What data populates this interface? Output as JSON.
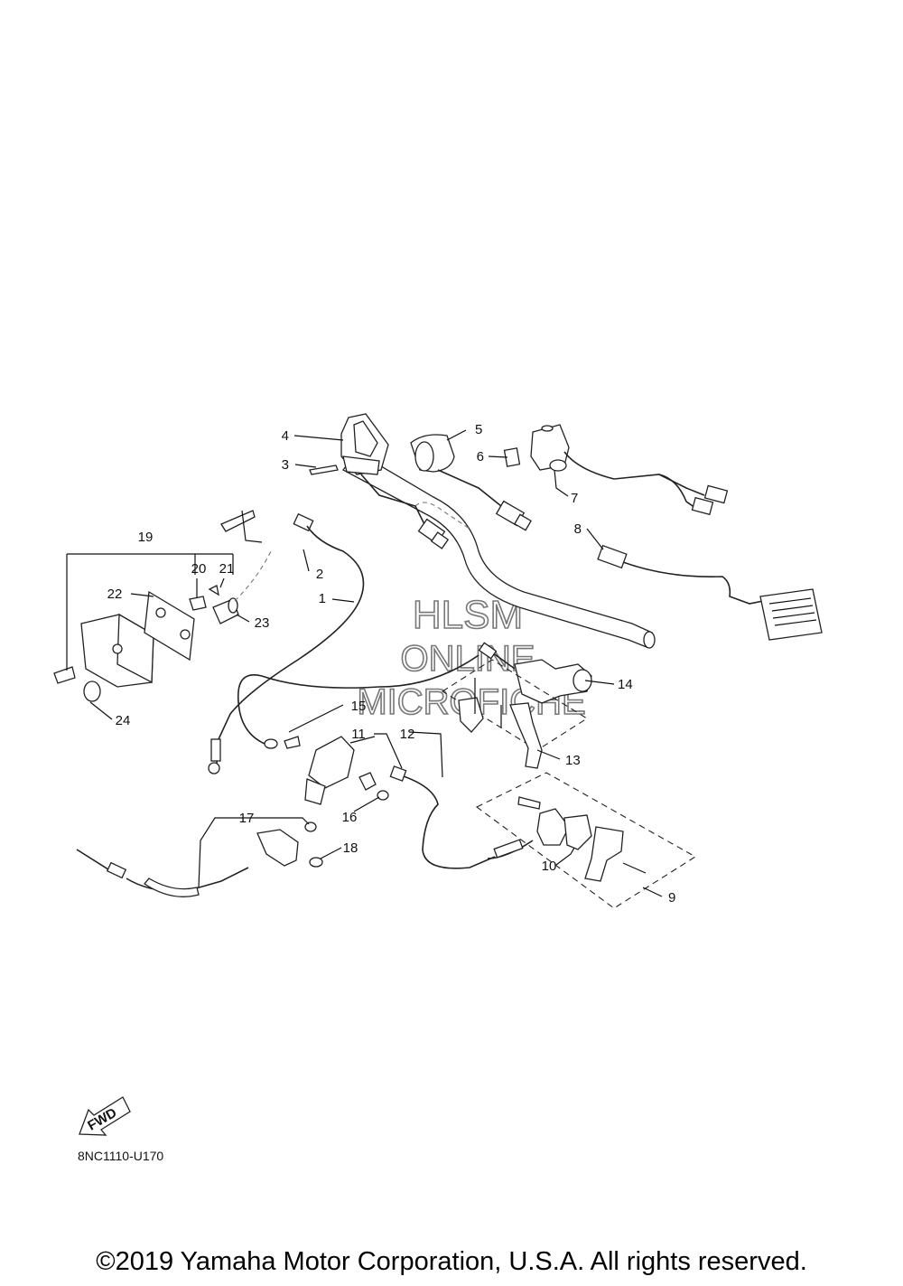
{
  "watermark": [
    "HLSM",
    "ONLINE",
    "MICROFICHE"
  ],
  "callouts": [
    "1",
    "2",
    "3",
    "4",
    "5",
    "6",
    "7",
    "8",
    "9",
    "10",
    "11",
    "12",
    "13",
    "14",
    "15",
    "16",
    "17",
    "18",
    "19",
    "20",
    "21",
    "22",
    "23",
    "24"
  ],
  "fwd_badge": "FWD",
  "diagram_code": "8NC1110-U170",
  "copyright": "©2019 Yamaha Motor Corporation, U.S.A. All rights reserved."
}
